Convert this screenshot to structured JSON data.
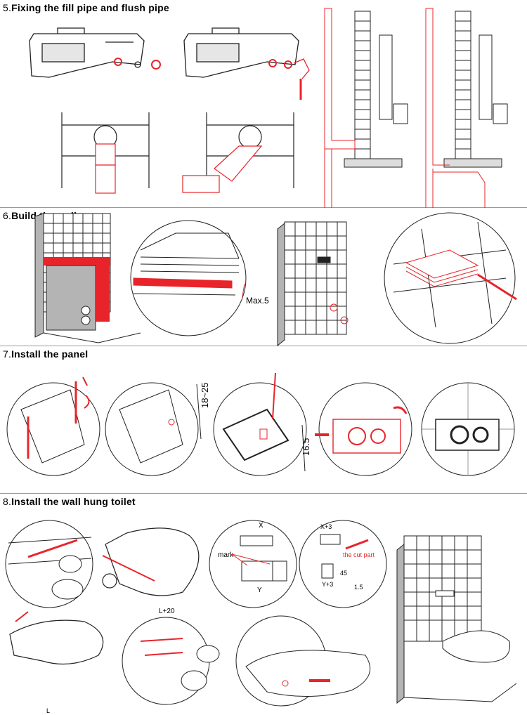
{
  "sections": [
    {
      "number": "5.",
      "title": "Fixing the fill pipe and flush pipe"
    },
    {
      "number": "6.",
      "title": "Build the wall"
    },
    {
      "number": "7.",
      "title": "Install the panel"
    },
    {
      "number": "8.",
      "title": "Install the wall hung toilet"
    }
  ],
  "labels": {
    "max_tile": "Max.5",
    "dim_18_25": "18~25",
    "dim_16_5": "16.5",
    "x": "X",
    "y": "Y",
    "mark": "mark",
    "x_plus_3": "X+3",
    "y_plus_3": "Y+3",
    "cut_part": "the cut part",
    "angle_45": "45",
    "dim_1_5": "1.5",
    "l_plus_20": "L+20",
    "l": "L"
  },
  "colors": {
    "accent_red": "#e8242a",
    "line": "#222222",
    "divider": "#9a9a9a",
    "gray_fill": "#b4b4b4"
  }
}
